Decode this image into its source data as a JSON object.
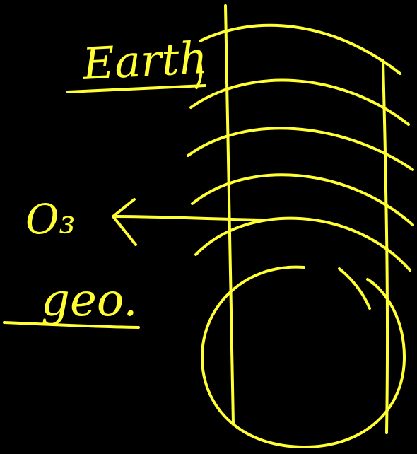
{
  "diagram": {
    "colors": {
      "background": "#000000",
      "ink": "#ffff33"
    },
    "labels": {
      "title": "Earth",
      "ozone": "O₃",
      "geo": "geo."
    },
    "layer_count": 5
  }
}
